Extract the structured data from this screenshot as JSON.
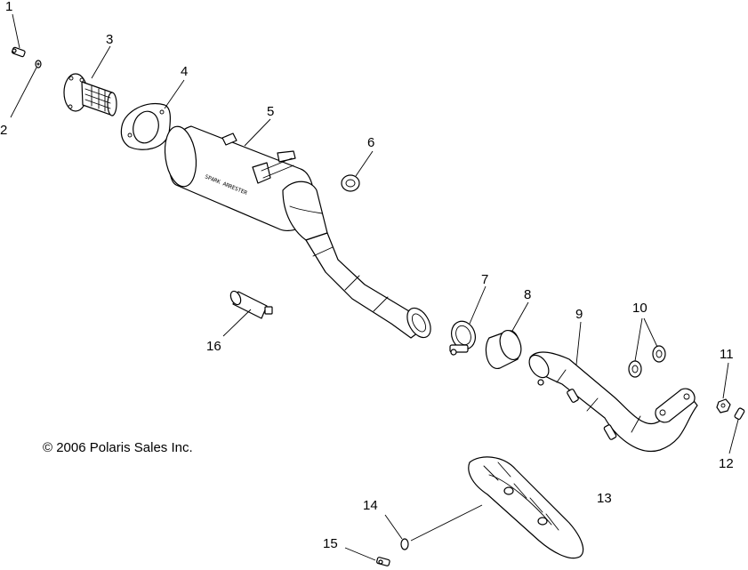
{
  "copyright": "© 2006 Polaris Sales Inc.",
  "callouts": [
    "1",
    "2",
    "3",
    "4",
    "5",
    "6",
    "7",
    "8",
    "9",
    "10",
    "11",
    "12",
    "13",
    "14",
    "15",
    "16"
  ],
  "muffler_stamp": "SPARK ARRESTER",
  "colors": {
    "line": "#000000",
    "background": "#ffffff"
  }
}
